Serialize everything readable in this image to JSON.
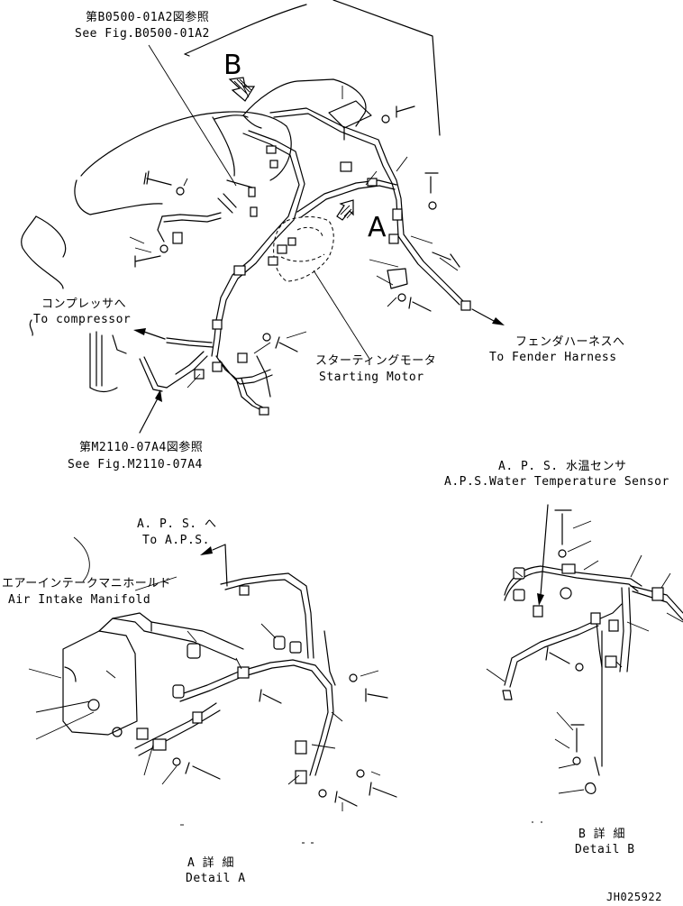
{
  "labels": {
    "ref_top_jp": "第B0500-01A2図参照",
    "ref_top_en": "See Fig.B0500-01A2",
    "marker_b": "B",
    "marker_a": "A",
    "compressor_jp": "コンプレッサへ",
    "compressor_en": "To compressor",
    "fender_jp": "フェンダハーネスへ",
    "fender_en": "To Fender Harness",
    "starting_jp": "スターティングモータ",
    "starting_en": "Starting Motor",
    "ref_bottom_jp": "第M2110-07A4図参照",
    "ref_bottom_en": "See Fig.M2110-07A4",
    "aps_sensor_jp": "A. P. S. 水温センサ",
    "aps_sensor_en": "A.P.S.Water Temperature Sensor",
    "aps_jp": "A. P. S. へ",
    "aps_en": "To A.P.S.",
    "intake_jp": "エアーインテークマニホールド",
    "intake_en": "Air Intake Manifold",
    "detail_a_jp": "A 詳 細",
    "detail_a_en": "Detail A",
    "detail_b_jp": "B 詳 細",
    "detail_b_en": "Detail B",
    "drawing_no": "JH025922"
  }
}
